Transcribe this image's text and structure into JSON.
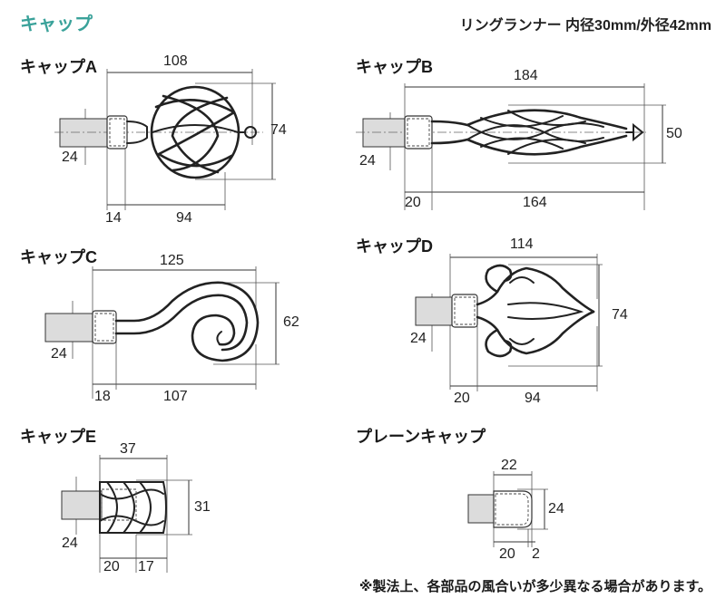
{
  "header": {
    "title": "キャップ",
    "spec": "リングランナー 内径30mm/外径42mm"
  },
  "caps": {
    "a": {
      "label": "キャップA",
      "width": "108",
      "height": "74",
      "rod": "24",
      "insert": "14",
      "body": "94"
    },
    "b": {
      "label": "キャップB",
      "width": "184",
      "height": "50",
      "rod": "24",
      "insert": "20",
      "body": "164"
    },
    "c": {
      "label": "キャップC",
      "width": "125",
      "height": "62",
      "rod": "24",
      "insert": "18",
      "body": "107"
    },
    "d": {
      "label": "キャップD",
      "width": "114",
      "height": "74",
      "rod": "24",
      "insert": "20",
      "body": "94"
    },
    "e": {
      "label": "キャップE",
      "width": "37",
      "height": "31",
      "rod": "24",
      "insert": "20",
      "body": "17"
    },
    "plain": {
      "label": "プレーンキャップ",
      "width": "22",
      "height": "24",
      "insert": "20",
      "wall": "2"
    }
  },
  "footer": {
    "note": "※製法上、各部品の風合いが多少異なる場合があります。"
  }
}
